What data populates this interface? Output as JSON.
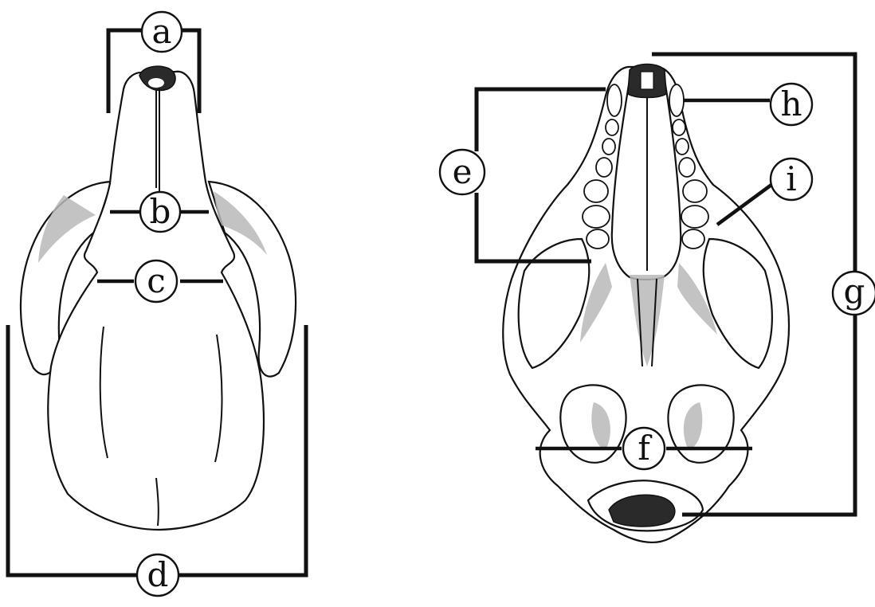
{
  "labels": {
    "a": "a",
    "b": "b",
    "c": "c",
    "d": "d",
    "e": "e",
    "f": "f",
    "g": "g",
    "h": "h",
    "i": "i"
  }
}
